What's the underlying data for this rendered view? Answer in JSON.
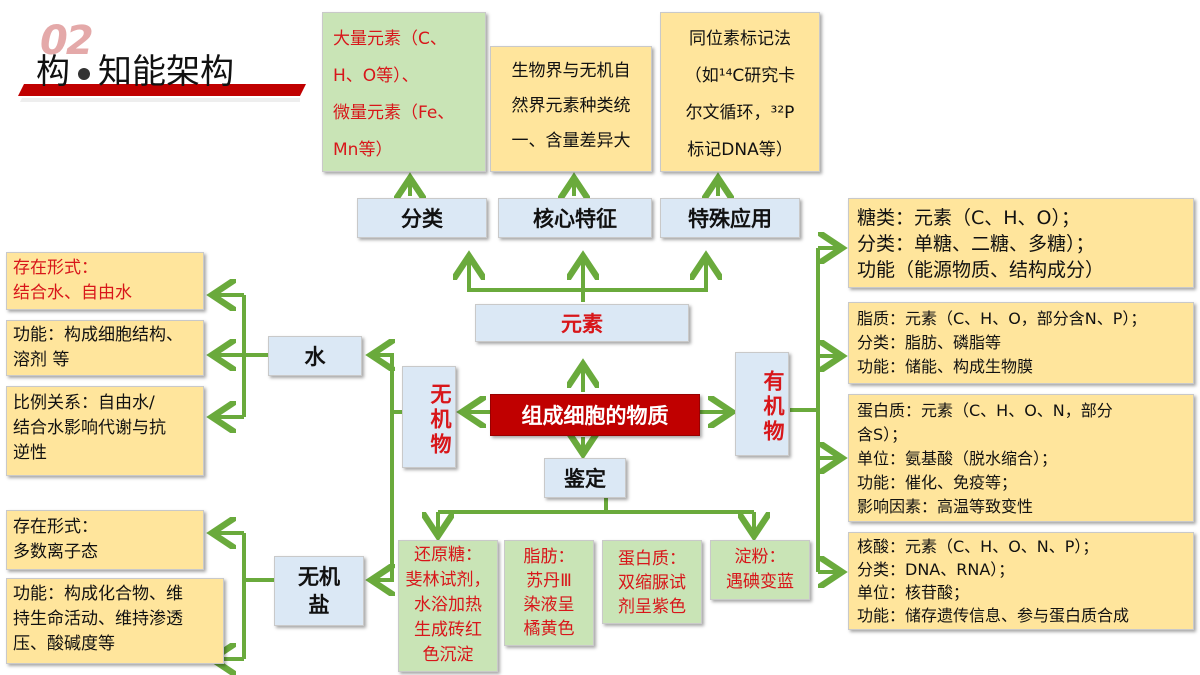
{
  "header": {
    "number": "02",
    "title_left": "构",
    "title_right": "知能架构"
  },
  "center": {
    "label": "组成细胞的物质"
  },
  "element": {
    "label": "元素",
    "branches": [
      {
        "label": "分类",
        "lines": [
          "大量元素（C、",
          "H、O等）、",
          "微量元素（Fe、",
          "Mn等）"
        ]
      },
      {
        "label": "核心特征",
        "lines": [
          "生物界与无机自",
          "然界元素种类统",
          "一、含量差异大"
        ]
      },
      {
        "label": "特殊应用",
        "lines": [
          "同位素标记法",
          "（如¹⁴C研究卡",
          "尔文循环，³²P",
          "标记DNA等）"
        ]
      }
    ]
  },
  "inorganic": {
    "label": "无机物",
    "water": {
      "label": "水",
      "items": [
        {
          "lines": [
            "存在形式：",
            "结合水、自由水"
          ]
        },
        {
          "lines": [
            "功能：构成细胞结构、",
            "溶剂 等"
          ]
        },
        {
          "lines": [
            "比例关系：自由水/",
            "结合水影响代谢与抗",
            "逆性"
          ]
        }
      ]
    },
    "salt": {
      "label": "无机盐",
      "items": [
        {
          "lines": [
            "存在形式：",
            "多数离子态"
          ]
        },
        {
          "lines": [
            "功能：构成化合物、维",
            "持生命活动、维持渗透",
            "压、酸碱度等"
          ]
        }
      ]
    }
  },
  "organic": {
    "label": "有机物",
    "items": [
      {
        "lines": [
          "糖类：元素（C、H、O）；",
          "分类：单糖、二糖、多糖）；",
          "功能（能源物质、结构成分）"
        ]
      },
      {
        "lines": [
          "脂质：元素（C、H、O，部分含N、P）；",
          "分类：脂肪、磷脂等",
          "功能：储能、构成生物膜"
        ]
      },
      {
        "lines": [
          "蛋白质：元素（C、H、O、N，部分",
          "含S）；",
          "单位：氨基酸（脱水缩合）；",
          "功能：催化、免疫等；",
          "影响因素：高温等致变性"
        ]
      },
      {
        "lines": [
          "核酸：元素（C、H、O、N、P）；",
          "分类：DNA、RNA）；",
          "单位：核苷酸；",
          "功能：储存遗传信息、参与蛋白质合成"
        ]
      }
    ]
  },
  "identify": {
    "label": "鉴定",
    "items": [
      {
        "lines": [
          "还原糖：",
          "斐林试剂，",
          "水浴加热",
          "生成砖红",
          "色沉淀"
        ]
      },
      {
        "lines": [
          "脂肪：",
          "苏丹Ⅲ",
          "染液呈",
          "橘黄色"
        ]
      },
      {
        "lines": [
          "蛋白质：",
          "双缩脲试",
          "剂呈紫色"
        ]
      },
      {
        "lines": [
          "淀粉：",
          "遇碘变蓝"
        ]
      }
    ]
  },
  "colors": {
    "arrow": "#6aaa3c",
    "center_bg": "#c00000",
    "red_text": "#d8161a",
    "yellow": "#ffe59c",
    "green": "#c9e4b6",
    "blue": "#dbe8f5"
  }
}
